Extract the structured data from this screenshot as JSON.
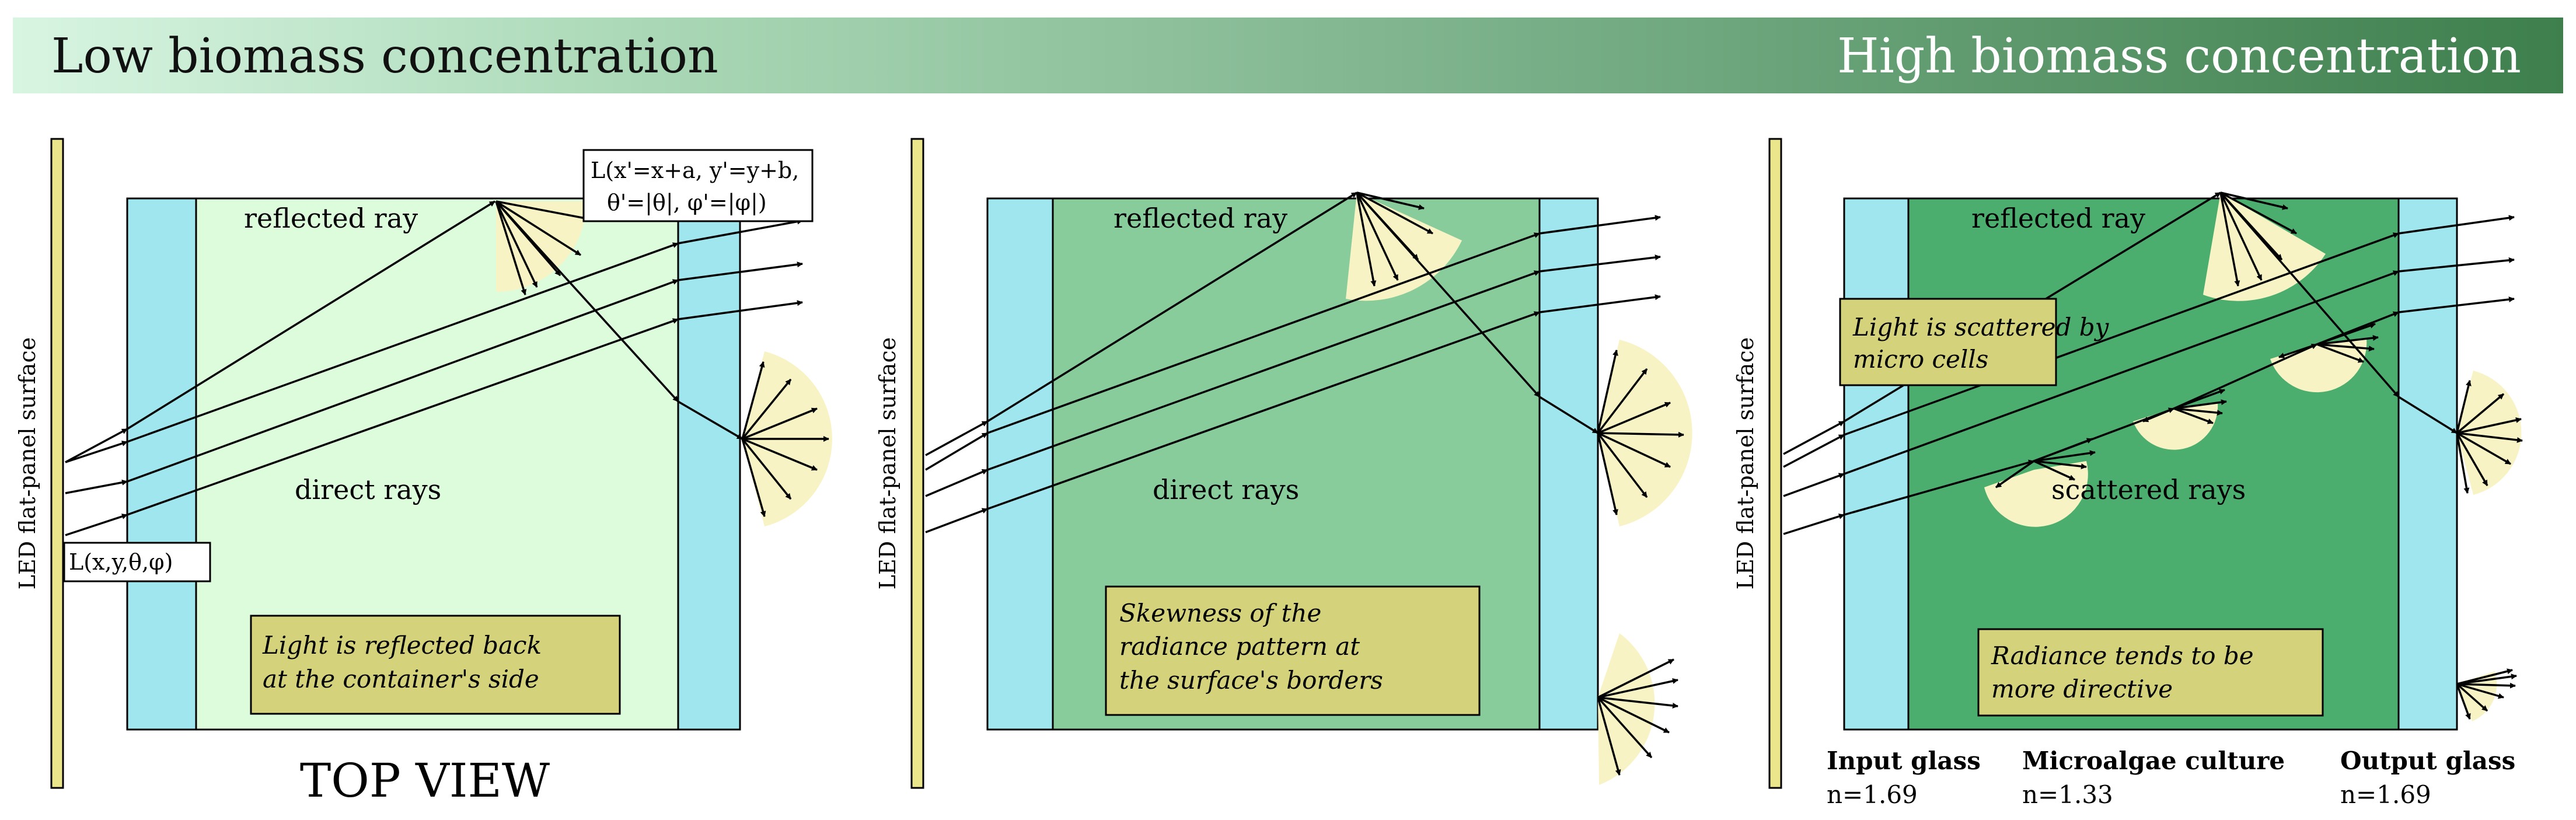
{
  "banner": {
    "left_label": "Low biomass concentration",
    "right_label": "High biomass concentration"
  },
  "panel_low": {
    "led_label": "LED flat-panel surface",
    "reflected_label": "reflected ray",
    "direct_label": "direct rays",
    "source_box": "L(x,y,θ,φ)",
    "reflect_box_line1": "L(x'=x+a, y'=y+b,",
    "reflect_box_line2": "θ'=|θ|, φ'=|φ|)",
    "callout_line1": "Light is reflected back",
    "callout_line2": "at the container's side",
    "caption": "TOP VIEW"
  },
  "panel_mid": {
    "led_label": "LED flat-panel surface",
    "reflected_label": "reflected ray",
    "direct_label": "direct rays",
    "callout_line1": "Skewness of the",
    "callout_line2": "radiance pattern at",
    "callout_line3": "the surface's borders"
  },
  "panel_high": {
    "led_label": "LED flat-panel surface",
    "reflected_label": "reflected ray",
    "scattered_label": "scattered rays",
    "scatter_callout_line1": "Light is scattered by",
    "scatter_callout_line2": "micro cells",
    "callout_line1": "Radiance tends to be",
    "callout_line2": "more directive",
    "input_title": "Input glass",
    "input_index": "n=1.69",
    "culture_title": "Microalgae culture",
    "culture_index": "n=1.33",
    "output_title": "Output glass",
    "output_index": "n=1.69"
  },
  "colors": {
    "led": "#ebe58c",
    "glass": "#a0e6ee",
    "culture_low": "#dcfcdc",
    "culture_mid": "#88cc9c",
    "culture_high": "#4cae6e",
    "callout": "#d4d27a",
    "fan": "#f8f3c4"
  }
}
